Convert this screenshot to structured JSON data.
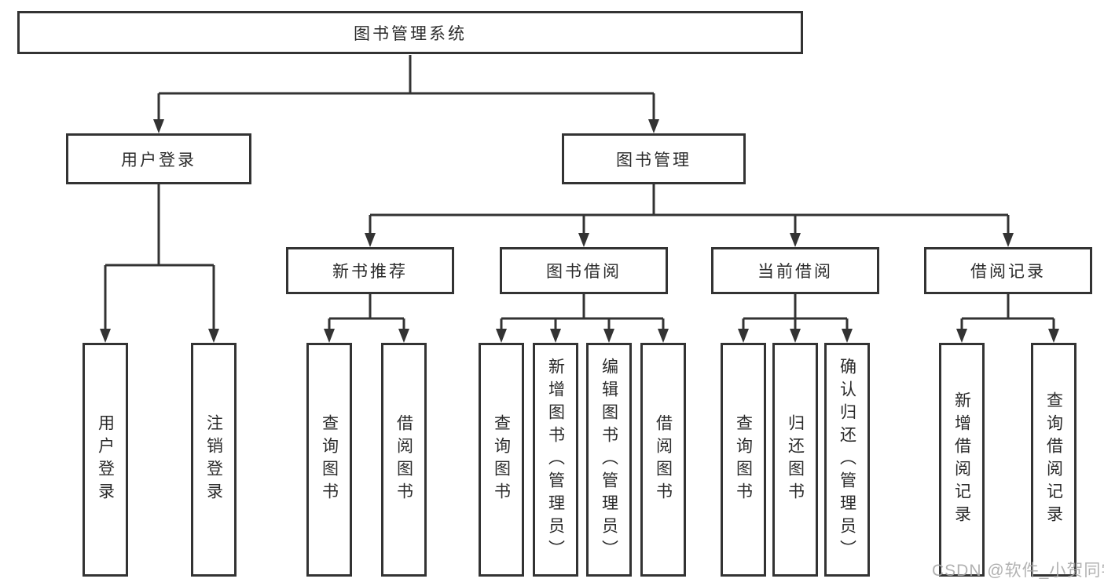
{
  "tree": {
    "root": "图书管理系统",
    "children": [
      {
        "label": "用户登录",
        "children": [
          "用户登录",
          "注销登录"
        ]
      },
      {
        "label": "图书管理",
        "children": [
          {
            "label": "新书推荐",
            "children": [
              "查询图书",
              "借阅图书"
            ]
          },
          {
            "label": "图书借阅",
            "children": [
              "查询图书",
              "新增图书（管理员）",
              "编辑图书（管理员）",
              "借阅图书"
            ]
          },
          {
            "label": "当前借阅",
            "children": [
              "查询图书",
              "归还图书",
              "确认归还（管理员）"
            ]
          },
          {
            "label": "借阅记录",
            "children": [
              "新增借阅记录",
              "查询借阅记录"
            ]
          }
        ]
      }
    ]
  },
  "watermark": {
    "text": "CSDN @软件_小贺同学"
  },
  "colors": {
    "line": "#333333",
    "box_border": "#333333",
    "text": "#2b2b2b",
    "watermark": "#a9a9a9",
    "background": "#ffffff"
  }
}
